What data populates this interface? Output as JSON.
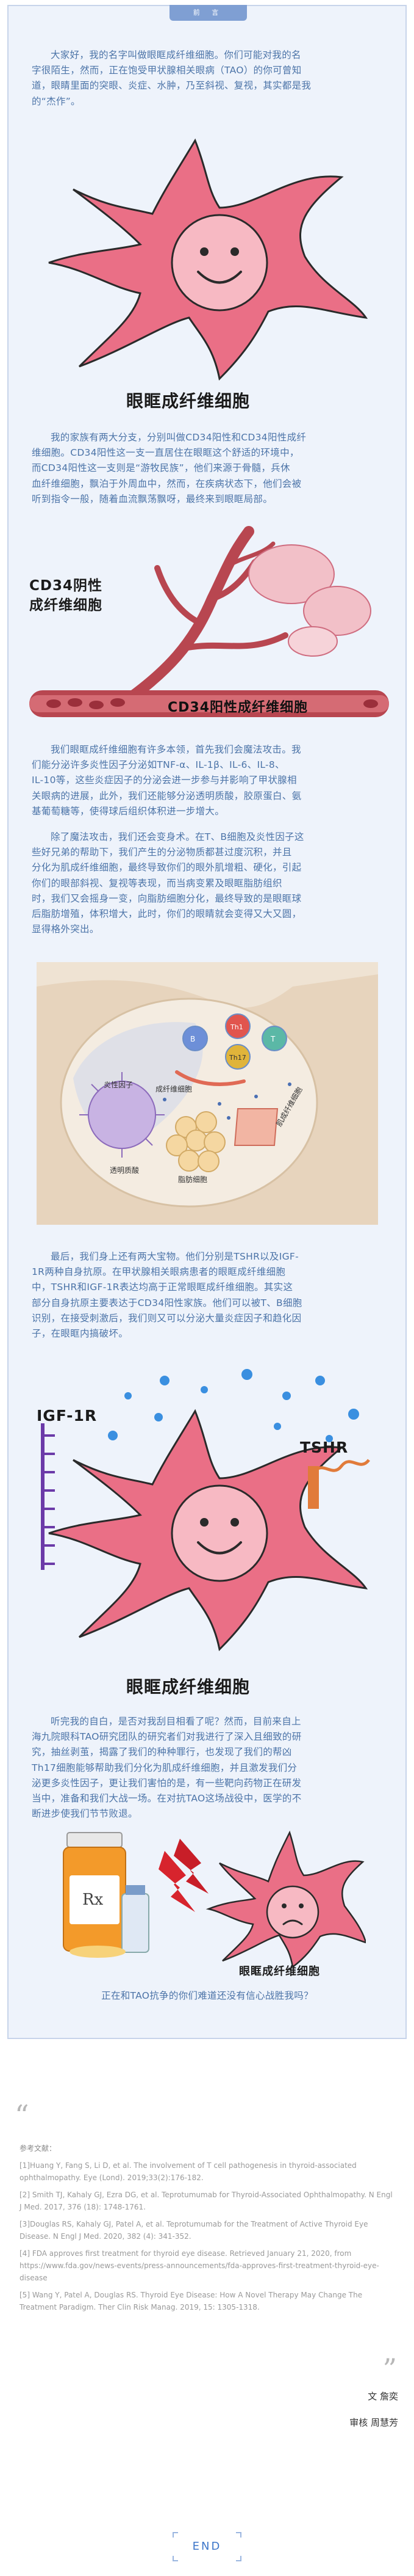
{
  "header": {
    "tab_label": "前 言"
  },
  "paragraphs": {
    "p1": [
      "大家好，我的名字叫做眼眶成纤维细胞。你们可能对我的名",
      "字很陌生，然而，正在饱受甲状腺相关眼病（TAO）的你可曾知",
      "道，眼睛里面的突眼、炎症、水肿，乃至斜视、复视，其实都是我",
      "的“杰作”。"
    ],
    "p2": [
      "我的家族有两大分支，分别叫做CD34阳性和CD34阳性成纤",
      "维细胞。CD34阳性这一支一直居住在眼眶这个舒适的环境中，",
      "而CD34阳性这一支则是“游牧民族”，他们来源于骨髓，兵休",
      "血纤维细胞，飘泊于外周血中，然而，在疾病状态下，他们会被",
      "听到指令一般，随着血流飘荡飘呀，最终来到眼眶局部。"
    ],
    "p3": [
      "我们眼眶成纤维细胞有许多本领，首先我们会魔法攻击。我",
      "们能分泌许多炎性因子分泌如TNF-α、IL-1β、IL-6、IL-8、",
      "IL-10等，这些炎症因子的分泌会进一步参与并影响了甲状腺相",
      "关眼病的进展，此外，我们还能够分泌透明质酸，胶原蛋白、氨",
      "基葡萄糖等，使得球后组织体积进一步增大。"
    ],
    "p4": [
      "除了魔法攻击，我们还会变身术。在T、B细胞及炎性因子这",
      "些好兄弟的帮助下，我们产生的分泌物质都甚过度沉积，并且",
      "分化为肌成纤维细胞，最终导致你们的眼外肌增粗、硬化，引起",
      "你们的眼部斜视、复视等表现，而当病变累及眼眶脂肪组织",
      "时，我们又会摇身一变，向脂肪细胞分化，最终导致的是眼眶球",
      "后脂肪增殖，体积增大，此时，你们的眼睛就会变得又大又圆，",
      "显得格外突出。"
    ],
    "p5": [
      "最后，我们身上还有两大宝物。他们分别是TSHR以及IGF-",
      "1R两种自身抗原。在甲状腺相关眼病患者的眼眶成纤维细胞",
      "中，TSHR和IGF-1R表达均高于正常眼眶成纤维细胞。其实这",
      "部分自身抗原主要表达于CD34阳性家族。他们可以被T、B细胞",
      "识别，在接受刺激后，我们则又可以分泌大量炎症因子和趋化因",
      "子，在眼眶内搞破坏。"
    ],
    "p6": [
      "听完我的自白，是否对我刮目相看了呢？然而，目前来自上",
      "海九院眼科TAO研究团队的研究者们对我进行了深入且细致的研",
      "究，抽丝剥茧，揭露了我们的种种罪行，也发现了我们的帮凶",
      "Th17细胞能够帮助我们分化为肌成纤维细胞，并且激发我们分",
      "泌更多炎性因子，更让我们害怕的是，有一些靶向药物正在研发",
      "当中，准备和我们大战一场。在对抗TAO这场战役中，医学的不",
      "断进步使我们节节败退。"
    ],
    "p7": [
      "正在和TAO抗争的你们难道还没有信心战胜我吗？"
    ]
  },
  "figures": {
    "fig1_caption": "眼眶成纤维细胞",
    "fig2_label_left_line1": "CD34阴性",
    "fig2_label_left_line2": "成纤维细胞",
    "fig2_label_vessel": "CD34阳性成纤维细胞",
    "fig3_labels": {
      "b": "B",
      "th17": "Th17",
      "t": "T",
      "th1": "Th1",
      "hyaluronan": "透明质酸",
      "myofibroblast": "肌成纤维细胞",
      "fibroblast": "成纤维细胞",
      "adipocyte": "脂肪细胞",
      "cytokines": "炎性因子"
    },
    "fig4_label_igf": "IGF-1R",
    "fig4_label_tshr": "TSHR",
    "fig4_caption": "眼眶成纤维细胞",
    "fig5_bottle_label": "Rx",
    "fig5_caption": "眼眶成纤维细胞"
  },
  "references": {
    "title": "参考文献：",
    "items": [
      "[1]Huang Y, Fang S, Li D, et al. The involvement of T cell pathogenesis in thyroid-associated ophthalmopathy. Eye (Lond). 2019;33(2):176-182.",
      "[2] Smith TJ, Kahaly GJ, Ezra DG, et al. Teprotumumab for Thyroid-Associated Ophthalmopathy. N Engl J Med. 2017, 376 (18): 1748-1761.",
      "[3]Douglas RS, Kahaly GJ, Patel A, et al. Teprotumumab for the Treatment of Active Thyroid Eye Disease. N Engl J Med. 2020, 382 (4): 341-352.",
      "[4] FDA approves first treatment for thyroid eye disease. Retrieved January 21, 2020, from https://www.fda.gov/news-events/press-announcements/fda-approves-first-treatment-thyroid-eye-disease",
      "[5] Wang Y, Patel A, Douglas RS. Thyroid Eye Disease: How A Novel Therapy May Change The Treatment Paradigm. Ther Clin Risk Manag. 2019, 15: 1305-1318."
    ]
  },
  "credits": {
    "author": "文  詹奕",
    "reviewer": "审核  周慧芳"
  },
  "end_label": "END",
  "colors": {
    "frame_bg": "#eef3fb",
    "accent_blue": "#7f9fd3",
    "cell_pink": "#ea6f86",
    "vessel_red": "#b84650"
  }
}
